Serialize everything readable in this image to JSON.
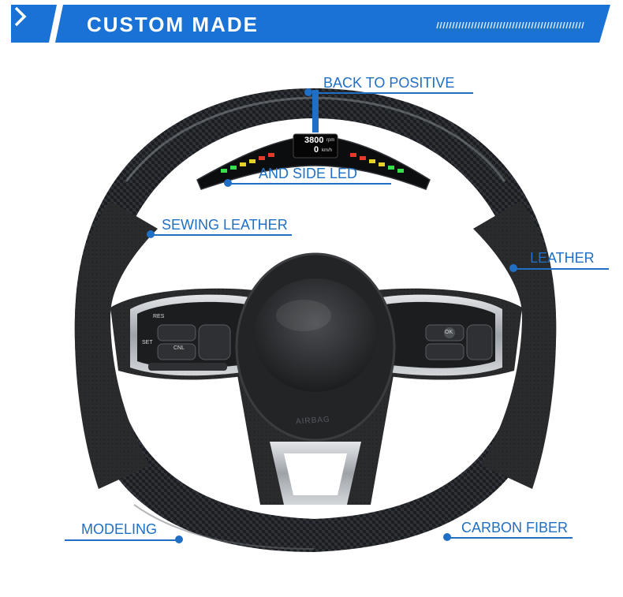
{
  "banner": {
    "title": "CUSTOM MADE",
    "accent_color": "#1a72d6",
    "icon": "chevron-right-icon"
  },
  "callouts": {
    "back_to_positive": "BACK TO POSITIVE",
    "and_side_led": "AND SIDE LED",
    "sewing_leather": "SEWING LEATHER",
    "leather": "LEATHER",
    "modeling": "MODELING",
    "carbon_fiber": "CARBON FIBER"
  },
  "display": {
    "rpm": "3800",
    "rpm_unit": "rpm",
    "speed": "0",
    "speed_unit": "km/h"
  },
  "buttons": {
    "res": "RES",
    "set": "SET",
    "cnl": "CNL",
    "ok": "OK"
  },
  "airbag_text": "AIRBAG",
  "colors": {
    "callout": "#1f6fc4",
    "carbon": "#1b1d20",
    "leather": "#2a2b2d",
    "chrome": "#b8bcc1"
  }
}
